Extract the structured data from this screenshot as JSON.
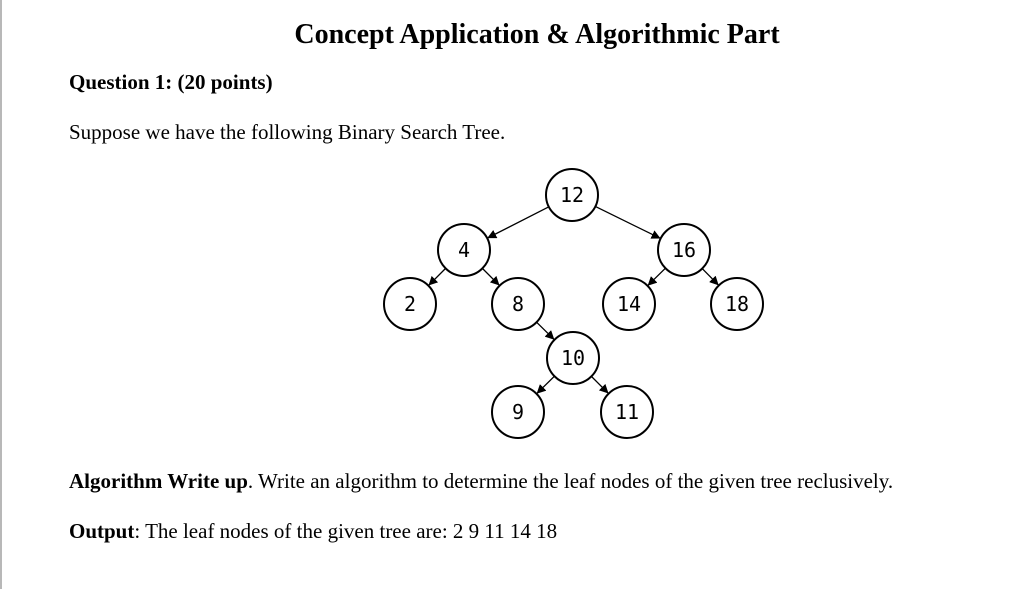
{
  "document": {
    "title": "Concept Application & Algorithmic Part",
    "question_heading": "Question 1: (20 points)",
    "prompt": "Suppose we have the following Binary Search Tree.",
    "algorithm": {
      "label": "Algorithm Write up",
      "text": ". Write an algorithm to determine the leaf nodes of the given tree reclusively."
    },
    "output": {
      "label": "Output",
      "text": ": The leaf nodes of the given tree are: 2 9 11 14 18"
    }
  },
  "tree": {
    "nodes": [
      {
        "id": "n12",
        "label": "12"
      },
      {
        "id": "n4",
        "label": "4"
      },
      {
        "id": "n16",
        "label": "16"
      },
      {
        "id": "n2",
        "label": "2"
      },
      {
        "id": "n8",
        "label": "8"
      },
      {
        "id": "n14",
        "label": "14"
      },
      {
        "id": "n18",
        "label": "18"
      },
      {
        "id": "n10",
        "label": "10"
      },
      {
        "id": "n9",
        "label": "9"
      },
      {
        "id": "n11",
        "label": "11"
      }
    ],
    "edges": [
      [
        "n12",
        "n4"
      ],
      [
        "n12",
        "n16"
      ],
      [
        "n4",
        "n2"
      ],
      [
        "n4",
        "n8"
      ],
      [
        "n16",
        "n14"
      ],
      [
        "n16",
        "n18"
      ],
      [
        "n8",
        "n10"
      ],
      [
        "n10",
        "n9"
      ],
      [
        "n10",
        "n11"
      ]
    ]
  }
}
